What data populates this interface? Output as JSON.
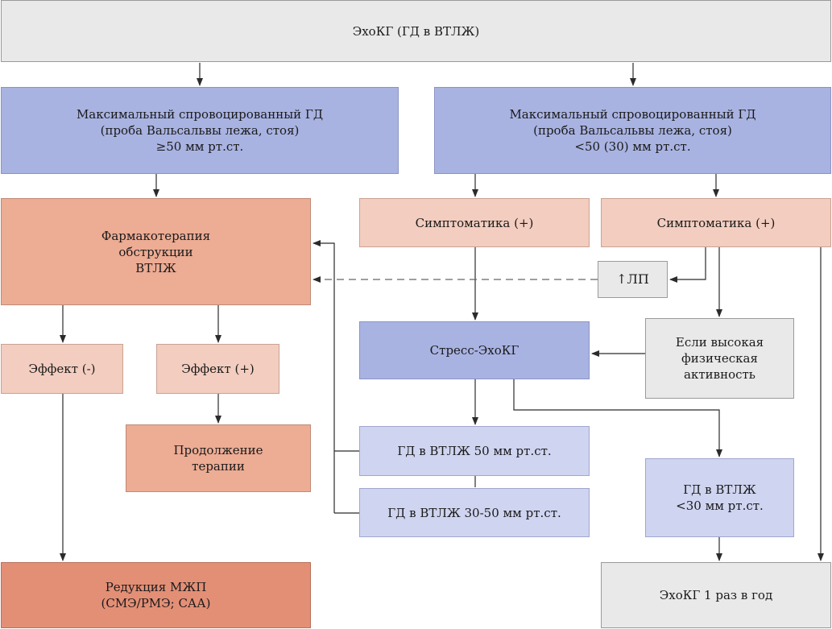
{
  "top": "ЭхоКГ (ГД в ВТЛЖ)",
  "left_gradient": [
    "Максимальный спровоцированный ГД",
    "(проба Вальсальвы лежа, стоя)",
    "≥50 мм рт.ст."
  ],
  "right_gradient": [
    "Максимальный спровоцированный ГД",
    "(проба Вальсальвы лежа, стоя)",
    "<50 (30) мм рт.ст."
  ],
  "pharmacotherapy": [
    "Фармакотерапия",
    "обструкции",
    "ВТЛЖ"
  ],
  "symptoms_mid": "Симптоматика (+)",
  "symptoms_right": "Симптоматика (+)",
  "lp": "↑ЛП",
  "effect_neg": "Эффект (-)",
  "effect_pos": "Эффект (+)",
  "stress_echo": "Стресс-ЭхоКГ",
  "high_activity": [
    "Если высокая",
    "физическая",
    "активность"
  ],
  "continue_therapy": [
    "Продолжение",
    "терапии"
  ],
  "gd50": "ГД в ВТЛЖ 50 мм рт.ст.",
  "gd30_50": "ГД в ВТЛЖ 30-50 мм рт.ст.",
  "gd30": [
    "ГД в ВТЛЖ",
    "<30 мм рт.ст."
  ],
  "reduction": [
    "Редукция МЖП",
    "(СМЭ/РМЭ; САА)"
  ],
  "echo_year": "ЭхоКГ 1 раз в год"
}
